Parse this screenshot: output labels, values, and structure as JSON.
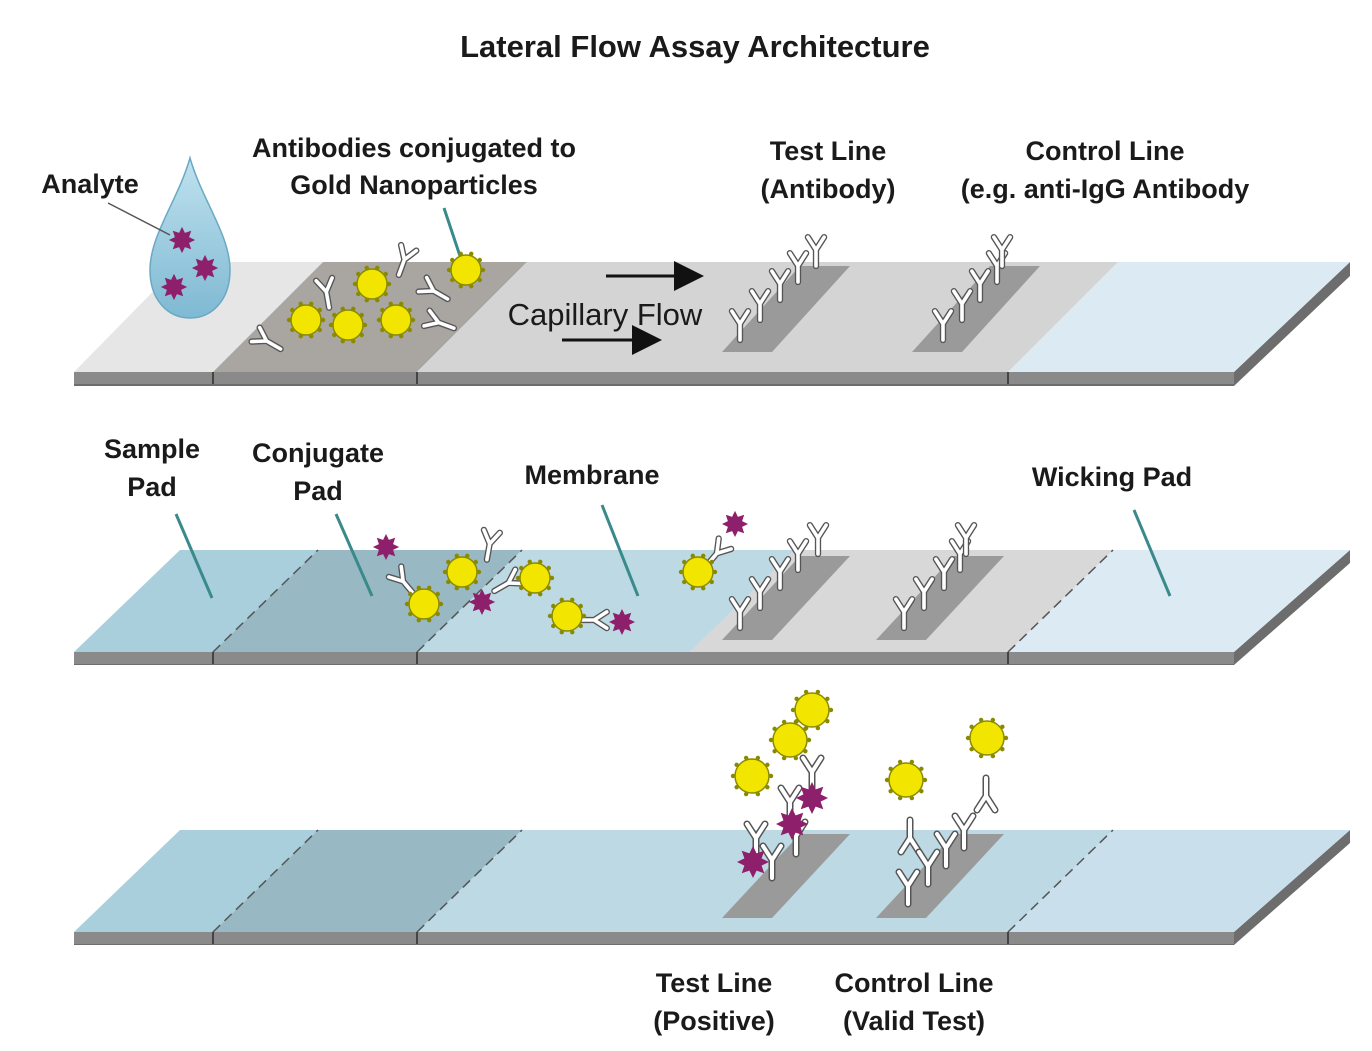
{
  "title": "Lateral Flow Assay Architecture",
  "labels": {
    "analyte": "Analyte",
    "antibodies_line1": "Antibodies conjugated to",
    "antibodies_line2": "Gold Nanoparticles",
    "test_line_line1": "Test Line",
    "test_line_line2": "(Antibody)",
    "control_line_line1": "Control Line",
    "control_line_line2": "(e.g. anti-IgG Antibody",
    "capillary_flow": "Capillary Flow",
    "sample_pad_line1": "Sample",
    "sample_pad_line2": "Pad",
    "conjugate_pad_line1": "Conjugate",
    "conjugate_pad_line2": "Pad",
    "membrane": "Membrane",
    "wicking_pad": "Wicking Pad",
    "test_positive_line1": "Test Line",
    "test_positive_line2": "(Positive)",
    "control_valid_line1": "Control Line",
    "control_valid_line2": "(Valid Test)"
  },
  "colors": {
    "gold": "#f2e600",
    "gold_edge": "#8a8a00",
    "analyte": "#8e1f6b",
    "sample_pad": "#a9cfdc",
    "conjugate_pad": "#a8a49f",
    "membrane": "#dcdcdc",
    "wicking_pad": "#d9e8f2",
    "leader_line": "#3a8a8c",
    "drop": "#8fc4dc"
  }
}
